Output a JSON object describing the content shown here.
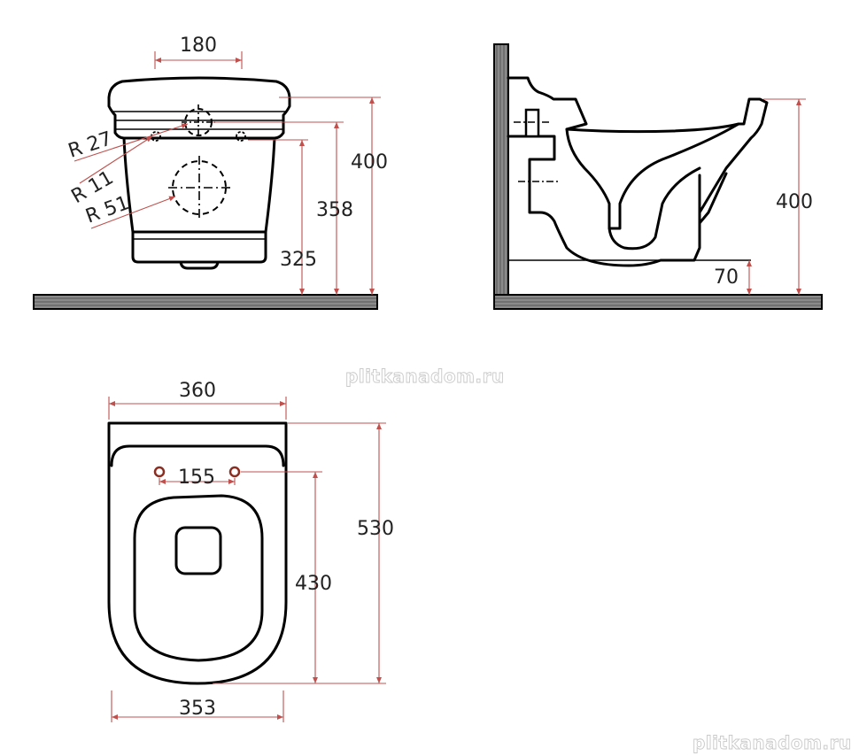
{
  "dimensions": {
    "front_width": "180",
    "front_height_total": "400",
    "front_height_inlet": "358",
    "front_height_bolts": "325",
    "radius_top": "R 27",
    "radius_bolt": "R 11",
    "radius_outlet": "R 51",
    "side_height": "400",
    "side_floor_clearance": "70",
    "top_width": "360",
    "bolt_spacing": "155",
    "length_total": "530",
    "length_seat": "430",
    "bottom_width": "353"
  },
  "watermarks": {
    "center": "plitkanadom.ru",
    "corner": "plitkanadom.ru"
  },
  "colors": {
    "dimension_line": "#c0504d",
    "outline": "#000000",
    "floor_fill": "#777777"
  }
}
